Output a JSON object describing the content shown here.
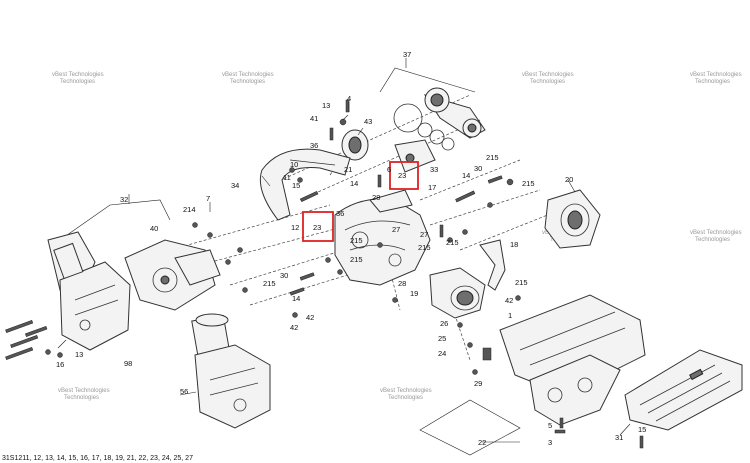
{
  "watermark": {
    "line1": "vBest Technologies",
    "line2": "Technologies"
  },
  "footer_ref": "31S1211, 12, 13, 14, 15, 16, 17, 18, 19, 21, 22, 23, 24, 25, 27",
  "callouts": {
    "c37": "37",
    "c4": "4",
    "c13a": "13",
    "c41": "41",
    "c43": "43",
    "c36a": "36",
    "c10": "10",
    "c15": "15",
    "c21": "21",
    "c14": "14",
    "c11": "11",
    "c34": "34",
    "c28a": "28",
    "c6": "6",
    "c23box1": "23",
    "c33": "33",
    "c17": "17",
    "c30a": "30",
    "c215a": "215",
    "c215b": "215",
    "c20": "20",
    "c32": "32",
    "c7": "7",
    "c214": "214",
    "c40": "40",
    "c12": "12",
    "c23box2": "23",
    "c36b": "36",
    "c27a": "27",
    "c27b": "27",
    "c215c": "215",
    "c215d": "215",
    "c215e": "215",
    "c19": "19",
    "c28b": "28",
    "c30b": "30",
    "c14b": "14",
    "c42a": "42",
    "c215f": "215",
    "c42b": "42",
    "c215g": "215",
    "c18": "18",
    "c13b": "13",
    "c16": "16",
    "c98": "98",
    "c56": "56",
    "c26": "26",
    "c25": "25",
    "c24": "24",
    "c22": "22",
    "c31": "31",
    "c3": "3",
    "c5": "5",
    "c215h": "215",
    "c42c": "42",
    "c29": "29",
    "c1": "1",
    "c15b": "15"
  }
}
